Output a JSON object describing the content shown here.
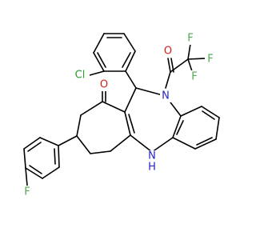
{
  "molecule": {
    "atom_colors": {
      "Cl": "#2e9b2e",
      "O": "#d62020",
      "N": "#2424c8",
      "F": "#4fa84f",
      "C": "#000000"
    },
    "labels": {
      "cl": "Cl",
      "o_ketone": "O",
      "o_acyl": "O",
      "n_acyl": "N",
      "n_amine": "N",
      "h_amine": "H",
      "f_aryl": "F",
      "f_cf3_top": "F",
      "f_cf3_right": "F",
      "f_cf3_bottom": "F"
    }
  }
}
